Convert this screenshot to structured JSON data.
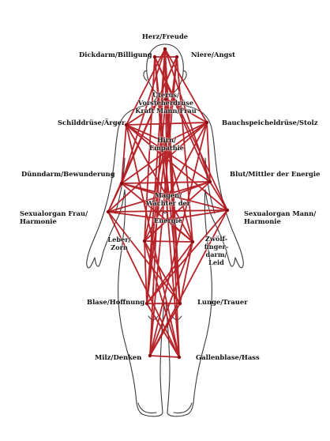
{
  "labels": {
    "herz": "Herz/Freude",
    "dickdarm": "Dickdarm/Billigung",
    "niere": "Niere/Angst",
    "uterus_1": "Uterus/",
    "uterus_2": "Vorsteherdrüse",
    "uterus_3": "Kraft Mann/Frau",
    "schilddruese": "Schilddrüse/Ärger",
    "bauchspeichel": "Bauchspeicheldrüse/Stolz",
    "hirn_1": "Hirn/",
    "hirn_2": "Empathie",
    "duenndarm": "Dünndarm/Bewunderung",
    "blut": "Blut/Mittler der Energie",
    "magen_1": "Magen/",
    "magen_2": "Wächter der",
    "magen_3": "Energie",
    "sexfrau_1": "Sexualorgan Frau/",
    "sexfrau_2": "Harmonie",
    "sexmann_1": "Sexualorgan Mann/",
    "sexmann_2": "Harmonie",
    "leber_1": "Leber/",
    "leber_2": "Zorn",
    "zwoelf_1": "Zwölf-",
    "zwoelf_2": "finger-",
    "zwoelf_3": "darm/",
    "zwoelf_4": "Leid",
    "blase": "Blase/Hoffnung",
    "lunge": "Lunge/Trauer",
    "milz": "Milz/Denken",
    "galle": "Gallenblase/Hass"
  },
  "colors": {
    "line": "#b01218",
    "outline": "#3a3a3a",
    "background": "#ffffff"
  }
}
